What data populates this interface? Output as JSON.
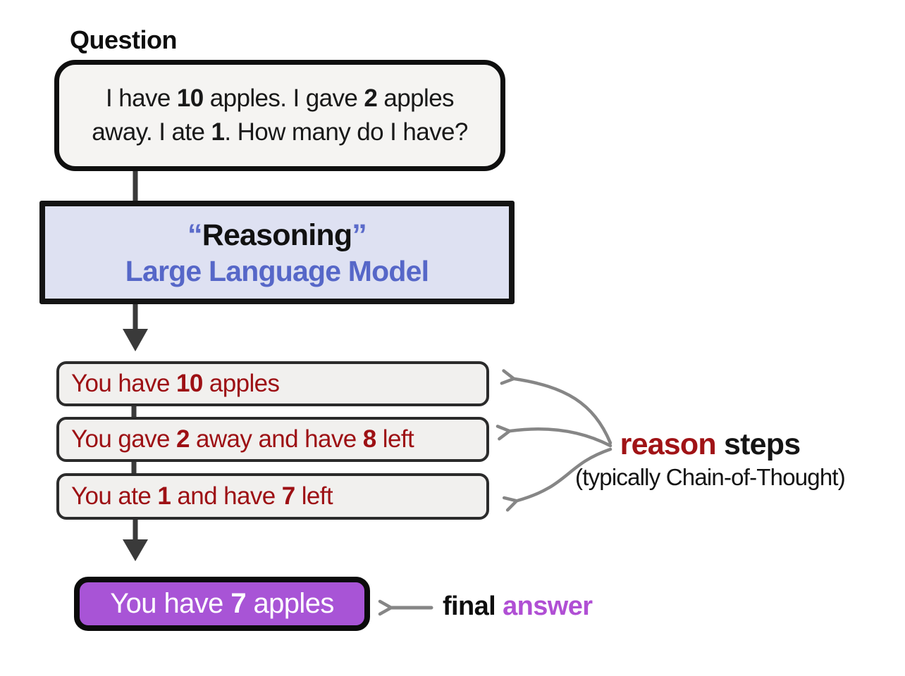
{
  "colors": {
    "background": "#ffffff",
    "connector_dark": "#3a3a3a",
    "arrow_gray": "#868686",
    "step_red": "#9d1014",
    "reason_red": "#a01316",
    "llm_blue": "#5667c8",
    "llm_box_bg": "#dee1f2",
    "answer_purple_bg": "#a854d6",
    "answer_label_purple": "#b04fd4",
    "panel_gray_bg": "#f1f0ee",
    "text_black": "#151515"
  },
  "question": {
    "label": "Question",
    "line1": [
      {
        "t": "I have "
      },
      {
        "t": "10",
        "b": true
      },
      {
        "t": " apples. I gave "
      },
      {
        "t": "2",
        "b": true
      },
      {
        "t": " apples"
      }
    ],
    "line2": [
      {
        "t": "away. I ate "
      },
      {
        "t": "1",
        "b": true
      },
      {
        "t": ". How many do I have?"
      }
    ]
  },
  "llm_box": {
    "title_segments": [
      {
        "t": "“",
        "b": true,
        "c": "#5b6bca"
      },
      {
        "t": "Reasoning",
        "b": true,
        "c": "#111111"
      },
      {
        "t": "”",
        "b": true,
        "c": "#5b6bca"
      }
    ],
    "subtitle": "Large Language Model"
  },
  "steps": [
    {
      "segments": [
        {
          "t": "You have "
        },
        {
          "t": "10",
          "b": true
        },
        {
          "t": " apples"
        }
      ]
    },
    {
      "segments": [
        {
          "t": "You gave "
        },
        {
          "t": "2",
          "b": true
        },
        {
          "t": " away and have "
        },
        {
          "t": "8",
          "b": true
        },
        {
          "t": " left"
        }
      ]
    },
    {
      "segments": [
        {
          "t": "You ate "
        },
        {
          "t": "1",
          "b": true
        },
        {
          "t": " and have "
        },
        {
          "t": "7",
          "b": true
        },
        {
          "t": " left"
        }
      ]
    }
  ],
  "final_box": {
    "segments": [
      {
        "t": "You have "
      },
      {
        "t": "7",
        "b": true
      },
      {
        "t": " apples"
      }
    ]
  },
  "annotations": {
    "reason_label_segments": [
      {
        "t": "reason",
        "b": true,
        "c": "#a01316"
      },
      {
        "t": " steps",
        "b": true,
        "c": "#151515"
      }
    ],
    "reason_sublabel": "(typically Chain-of-Thought)",
    "final_label_segments": [
      {
        "t": "final ",
        "b": true,
        "c": "#0e0e0e"
      },
      {
        "t": "answer",
        "b": true,
        "c": "#b04fd4"
      }
    ]
  }
}
